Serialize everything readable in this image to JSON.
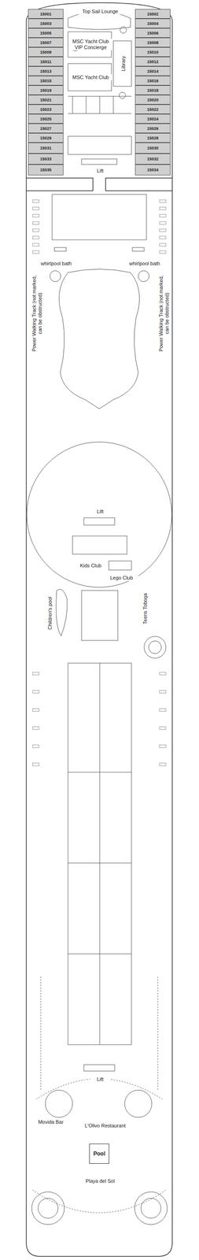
{
  "diagram": {
    "nodes": [
      {
        "text": [
          "15001"
        ]
      },
      {
        "text": [
          "15002"
        ]
      },
      {
        "text": [
          "15003"
        ]
      },
      {
        "text": [
          "15004"
        ]
      },
      {
        "text": [
          "15005"
        ]
      },
      {
        "text": [
          "15006"
        ]
      },
      {
        "text": [
          "15007"
        ]
      },
      {
        "text": [
          "15008"
        ]
      },
      {
        "text": [
          "15009"
        ]
      },
      {
        "text": [
          "15010"
        ]
      },
      {
        "text": [
          "15011"
        ]
      },
      {
        "text": [
          "15012"
        ]
      },
      {
        "text": [
          "15013"
        ]
      },
      {
        "text": [
          "15014"
        ]
      },
      {
        "text": [
          "15015"
        ]
      },
      {
        "text": [
          "15016"
        ]
      },
      {
        "text": [
          "15019"
        ]
      },
      {
        "text": [
          "15018"
        ]
      },
      {
        "text": [
          "15021"
        ]
      },
      {
        "text": [
          "15020"
        ]
      },
      {
        "text": [
          "15023"
        ]
      },
      {
        "text": [
          "15022"
        ]
      },
      {
        "text": [
          "15025"
        ]
      },
      {
        "text": [
          "15024"
        ]
      },
      {
        "text": [
          "15027"
        ]
      },
      {
        "text": [
          "15026"
        ]
      },
      {
        "text": [
          "15029"
        ]
      },
      {
        "text": [
          "15028"
        ]
      },
      {
        "text": [
          "15031"
        ]
      },
      {
        "text": [
          "15030"
        ]
      },
      {
        "text": [
          "15033"
        ]
      },
      {
        "text": [
          "15032"
        ]
      },
      {
        "text": [
          "15035"
        ]
      },
      {
        "text": [
          "15034"
        ]
      },
      {
        "text": [
          "Pool"
        ]
      }
    ],
    "labels": [
      "Top Sail Lounge",
      "MSC Yacht Club VIP Concierge",
      "Library",
      "MSC Yacht Club",
      "Lift",
      "whirlpool bath",
      "whirlpool bath",
      "Power Walking Track (not marked, can be obstructed)",
      "Power Walking Track (not marked, can be obstructed)",
      "Lift",
      "Kids Club",
      "Lego Club",
      "Children's pool",
      "Teens Toboga",
      "Lift",
      "Movida Bar",
      "L'Olivo Restaurant",
      "Playa del Sol"
    ]
  }
}
